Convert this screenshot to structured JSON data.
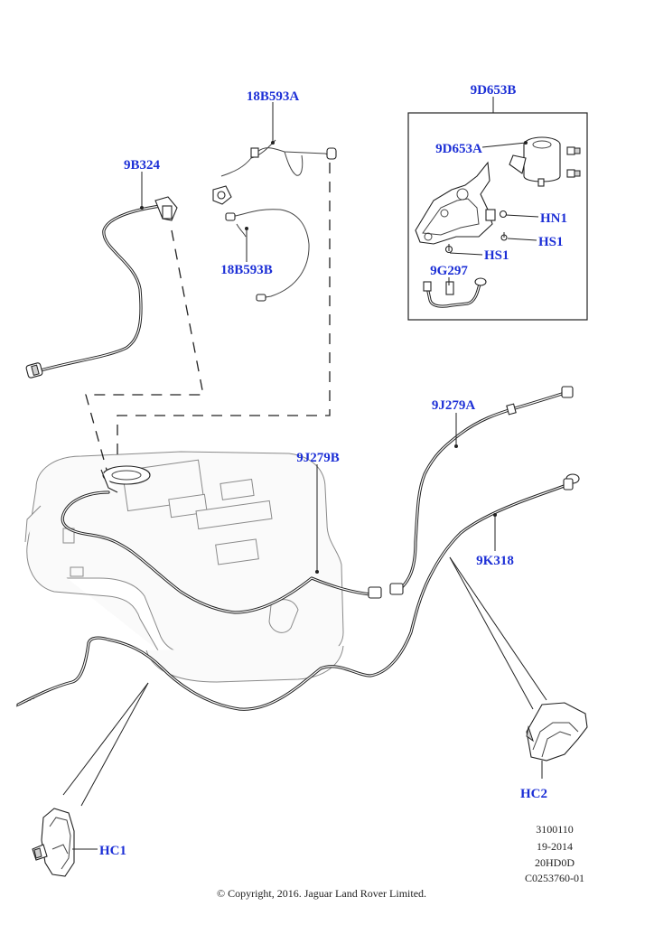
{
  "labels": {
    "l_18B593A_top": "18B593A",
    "l_18B593B": "18B593B",
    "l_9B324": "9B324",
    "l_9D653B": "9D653B",
    "l_9D653A": "9D653A",
    "l_HN1": "HN1",
    "l_HS1_right": "HS1",
    "l_HS1_left": "HS1",
    "l_9G297": "9G297",
    "l_9J279A": "9J279A",
    "l_9J279B": "9J279B",
    "l_9K318": "9K318",
    "l_HC2": "HC2",
    "l_HC1": "HC1"
  },
  "reference": {
    "line1": "3100110",
    "line2": "19-2014",
    "line3": "20HD0D",
    "line4": "C0253760-01"
  },
  "copyright": "© Copyright, 2016. Jaguar Land Rover Limited.",
  "colors": {
    "label": "#1c2fd6",
    "line": "#222222"
  }
}
